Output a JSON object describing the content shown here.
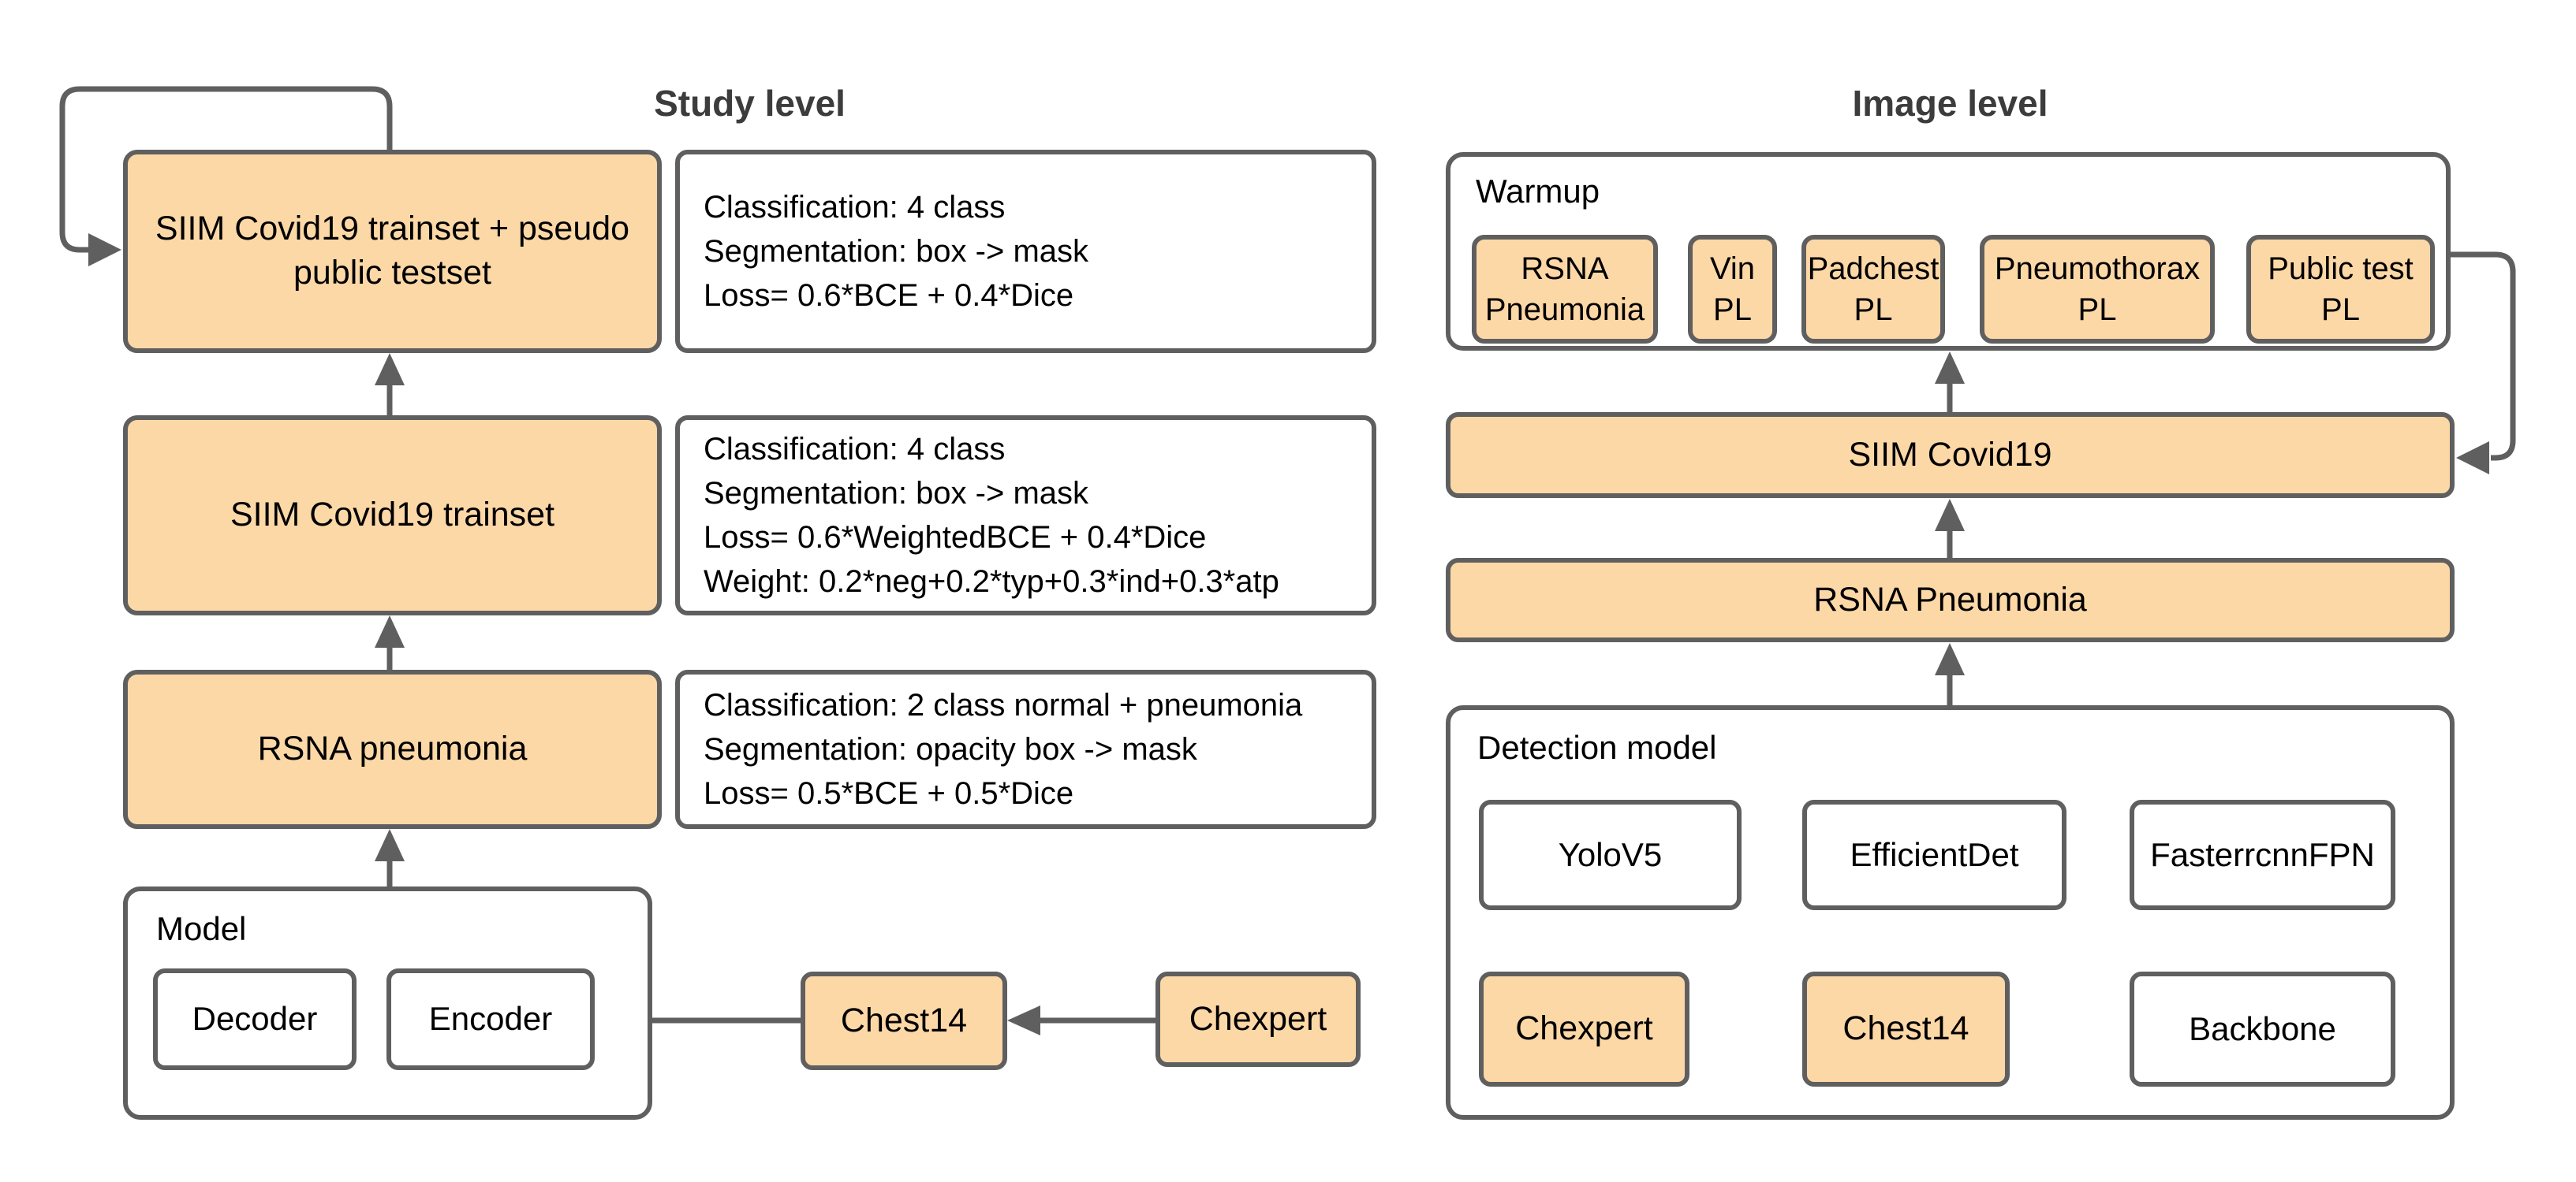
{
  "colors": {
    "canvas": "#FFFFFF",
    "orange": "#FDD8A7",
    "stroke": "#5F5F5F",
    "text": "#000000",
    "title": "#3C3C3C"
  },
  "study_level": {
    "title": "Study level",
    "stages": [
      {
        "label": "SIIM Covid19 trainset + pseudo public testset",
        "info_lines": [
          "Classification: 4 class",
          "Segmentation: box -> mask",
          "Loss= 0.6*BCE + 0.4*Dice"
        ]
      },
      {
        "label": "SIIM Covid19 trainset",
        "info_lines": [
          "Classification: 4 class",
          "Segmentation: box -> mask",
          "Loss= 0.6*WeightedBCE + 0.4*Dice",
          "Weight: 0.2*neg+0.2*typ+0.3*ind+0.3*atp"
        ]
      },
      {
        "label": "RSNA pneumonia",
        "info_lines": [
          "Classification: 2 class normal + pneumonia",
          "Segmentation: opacity box -> mask",
          "Loss= 0.5*BCE + 0.5*Dice"
        ]
      }
    ],
    "model_group": {
      "label": "Model",
      "decoder": "Decoder",
      "encoder": "Encoder"
    },
    "pretrain_chain": {
      "chest14": "Chest14",
      "chexpert": "Chexpert"
    }
  },
  "image_level": {
    "title": "Image level",
    "warmup_group": {
      "label": "Warmup",
      "items": [
        "RSNA Pneumonia",
        "Vin PL",
        "Padchest PL",
        "Pneumothorax PL",
        "Public test PL"
      ]
    },
    "siim_label": "SIIM Covid19",
    "rsna_label": "RSNA Pneumonia",
    "detection_group": {
      "label": "Detection model",
      "detectors": [
        "YoloV5",
        "EfficientDet",
        "FasterrcnnFPN"
      ],
      "pretrain": [
        "Chexpert",
        "Chest14",
        "Backbone"
      ]
    }
  }
}
